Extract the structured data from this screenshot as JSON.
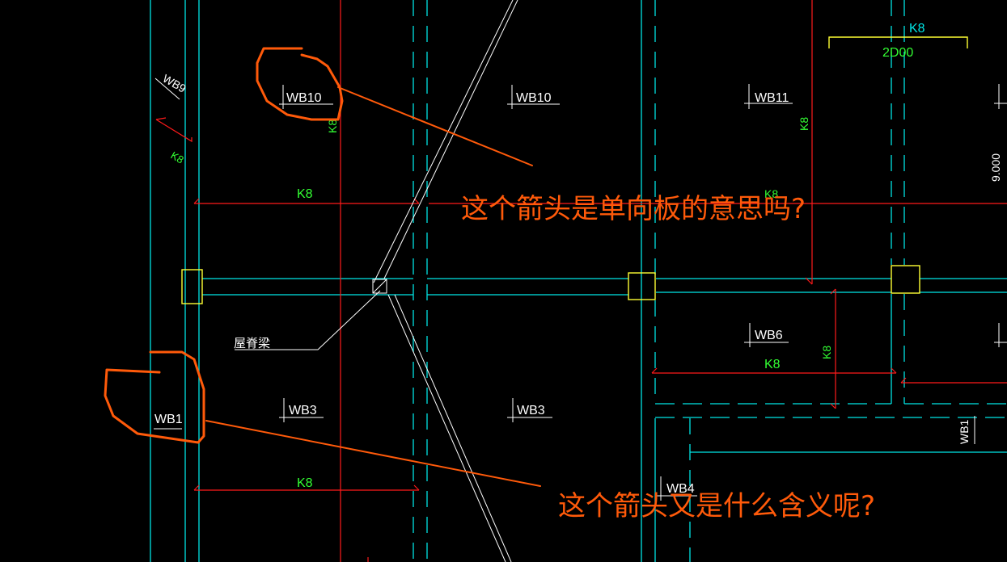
{
  "drawing": {
    "background": "#000000",
    "colors": {
      "axis_line": "#00e5e5",
      "rebar_red": "#ff1a1a",
      "column_yellow": "#ffff33",
      "label_white": "#ffffff",
      "label_green": "#33ff33",
      "annotation_orange": "#ff5a0a",
      "cyan_text": "#00e5e5"
    },
    "slab_labels": [
      {
        "id": "wb9",
        "text": "WB9"
      },
      {
        "id": "wb10a",
        "text": "WB10"
      },
      {
        "id": "wb10b",
        "text": "WB10"
      },
      {
        "id": "wb11",
        "text": "WB11"
      },
      {
        "id": "wb6",
        "text": "WB6"
      },
      {
        "id": "wb1",
        "text": "WB1"
      },
      {
        "id": "wb3a",
        "text": "WB3"
      },
      {
        "id": "wb3b",
        "text": "WB3"
      },
      {
        "id": "wb4",
        "text": "WB4"
      },
      {
        "id": "wb1b",
        "text": "WB1"
      }
    ],
    "rebar_labels": {
      "k8": "K8"
    },
    "dimension": {
      "value": "2D00",
      "axis_label": "K8"
    },
    "elevation": "9.000",
    "beam_label": "屋脊梁"
  },
  "annotations": {
    "question_1": "这个箭头是单向板的意思吗?",
    "question_2": "这个箭头又是什么含义呢?"
  }
}
